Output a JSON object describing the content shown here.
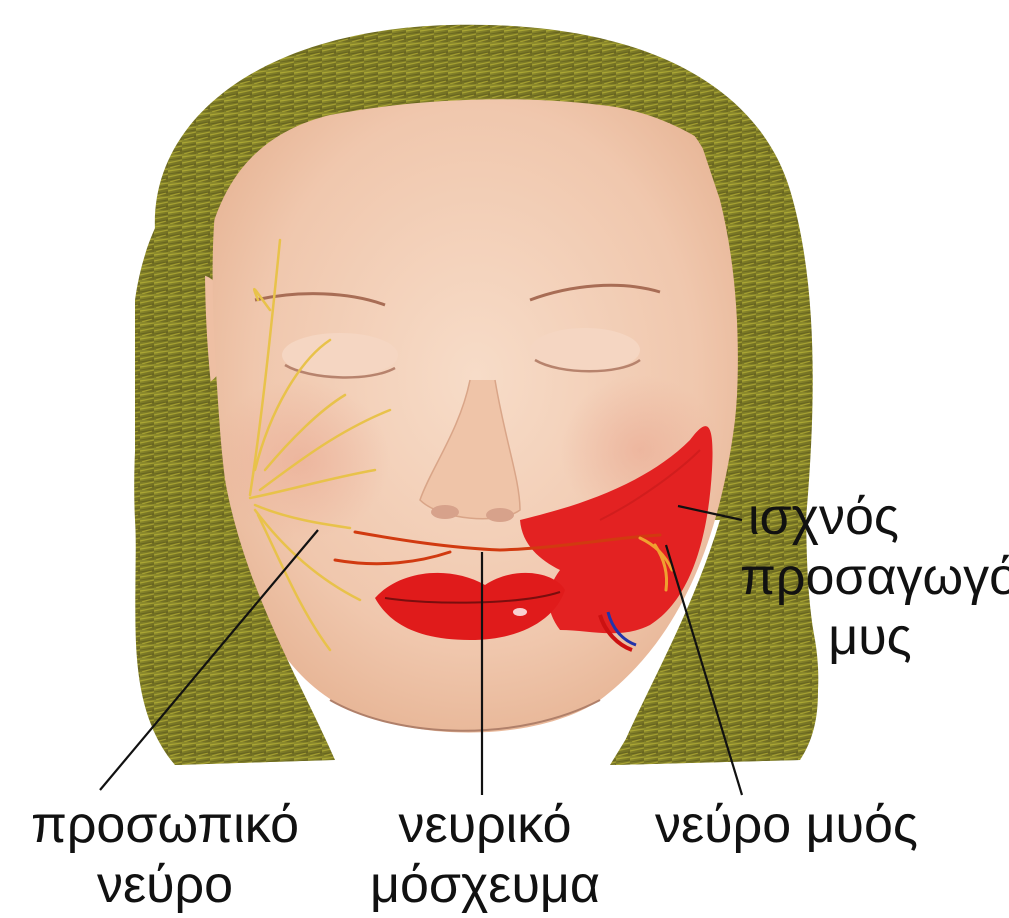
{
  "labels": {
    "muscle": {
      "line1": "ισχνός",
      "line2": "προσαγωγός",
      "line3": "μυς"
    },
    "facial_nerve": {
      "line1": "προσωπικό",
      "line2": "νεύρο"
    },
    "nerve_graft": {
      "line1": "νευρικό",
      "line2": "μόσχευμα"
    },
    "muscle_nerve": {
      "line1": "νεύρο μυός"
    }
  },
  "colors": {
    "hair": "#8a8a2a",
    "skin": "#f1c9b0",
    "muscle": "#e32222",
    "lips": "#e01b1b",
    "nerve_branches": "#e8c24a",
    "nerve_graft": "#d13a10",
    "leader_lines": "#111111",
    "vessel_blue": "#2233aa"
  }
}
